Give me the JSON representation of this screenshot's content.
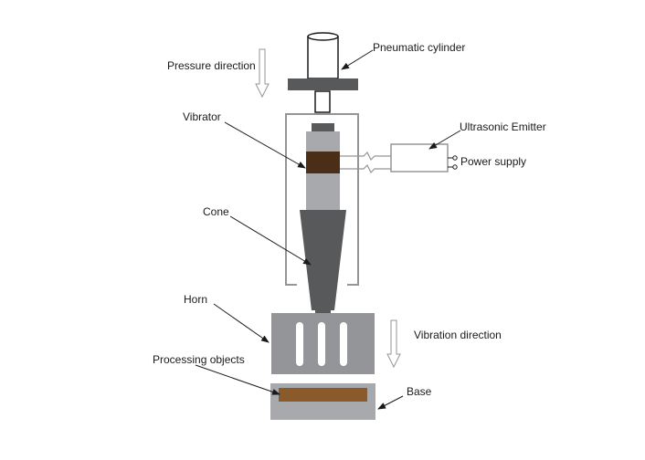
{
  "labels": {
    "pneumatic_cylinder": "Pneumatic cylinder",
    "pressure_direction": "Pressure direction",
    "vibrator": "Vibrator",
    "ultrasonic_emitter": "Ultrasonic Emitter",
    "power_supply": "Power supply",
    "cone": "Cone",
    "horn": "Horn",
    "vibration_direction": "Vibration direction",
    "processing_objects": "Processing objects",
    "base": "Base"
  },
  "colors": {
    "dark_gray": "#58595b",
    "mid_gray": "#939598",
    "light_gray": "#a7a9ac",
    "brown": "#4a2e18",
    "copper": "#8b5a2b",
    "line": "#1a1a1a"
  }
}
